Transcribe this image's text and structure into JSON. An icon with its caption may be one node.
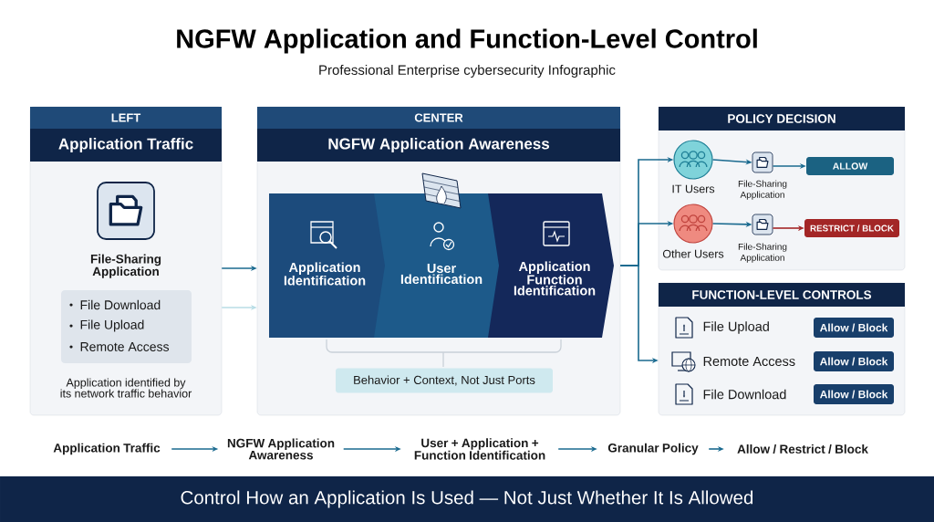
{
  "diagram": {
    "title": "NGFW Application and Function-Level Control",
    "caption": "Control How an Application Is Used — Not Just Whether It Is Allowed",
    "nodes": [
      {
        "text": [
          "LEFT",
          "Application Traffic",
          "Application identified by its network traffic behavior"
        ]
      },
      {
        "text": [
          "File-Sharing Application"
        ],
        "in": 0
      },
      {
        "text": [
          "File Download",
          "File Upload",
          "Remote Access"
        ],
        "in": 0
      },
      {
        "text": [
          "CENTER",
          "NGFW Application Awareness"
        ]
      },
      {
        "text": [
          "Application Identification"
        ],
        "in": 3
      },
      {
        "text": [
          "User Identification"
        ],
        "in": 3
      },
      {
        "text": [
          "Application Function Identification"
        ],
        "in": 3
      },
      {
        "text": [
          "Behavior + Context, Not Just Ports"
        ],
        "in": 3
      },
      {
        "text": [
          "POLICY DECISION"
        ]
      },
      {
        "text": [
          "IT Users"
        ],
        "in": 8
      },
      {
        "text": [
          "File-Sharing Application"
        ],
        "in": 8
      },
      {
        "text": [
          "ALLOW"
        ],
        "in": 8
      },
      {
        "text": [
          "Other Users"
        ],
        "in": 8
      },
      {
        "text": [
          "File-Sharing Application"
        ],
        "in": 8
      },
      {
        "text": [
          "RESTRICT / BLOCK"
        ],
        "in": 8
      },
      {
        "text": [
          "FUNCTION-LEVEL CONTROLS"
        ]
      },
      {
        "text": [
          "Allow / Block"
        ],
        "in": 15
      },
      {
        "text": [
          "Allow / Block"
        ],
        "in": 15
      },
      {
        "text": [
          "Allow / Block"
        ],
        "in": 15
      },
      {
        "text": [
          "Application Traffic"
        ]
      },
      {
        "text": [
          "NGFW Application Awareness"
        ]
      },
      {
        "text": [
          "User + Application + Function Identification"
        ]
      },
      {
        "text": [
          "Granular Policy"
        ]
      },
      {
        "text": [
          "Allow / Restrict / Block"
        ]
      }
    ],
    "edges": [
      {
        "from": 0,
        "to": 3,
        "arrow": "to"
      },
      {
        "from": 0,
        "to": 3,
        "arrow": "to",
        "color": "#b8dde6"
      },
      {
        "from": 3,
        "to": 9,
        "arrow": "to"
      },
      {
        "from": 3,
        "to": 12,
        "arrow": "to"
      },
      {
        "from": 3,
        "to": 15,
        "arrow": "to"
      },
      {
        "from": 9,
        "to": 10,
        "arrow": "to"
      },
      {
        "from": 10,
        "to": 11,
        "arrow": "to"
      },
      {
        "from": 12,
        "to": 13,
        "arrow": "to"
      },
      {
        "from": 13,
        "to": 14,
        "arrow": "to",
        "color": "#a32626"
      },
      {
        "from": 19,
        "to": 20,
        "arrow": "to"
      },
      {
        "from": 20,
        "to": 21,
        "arrow": "to"
      },
      {
        "from": 21,
        "to": 22,
        "arrow": "to"
      },
      {
        "from": 22,
        "to": 23,
        "arrow": "to"
      }
    ],
    "labels": [
      "Professional Enterprise cybersecurity Infographic",
      "File Upload",
      "Remote Access",
      "File Download"
    ]
  }
}
